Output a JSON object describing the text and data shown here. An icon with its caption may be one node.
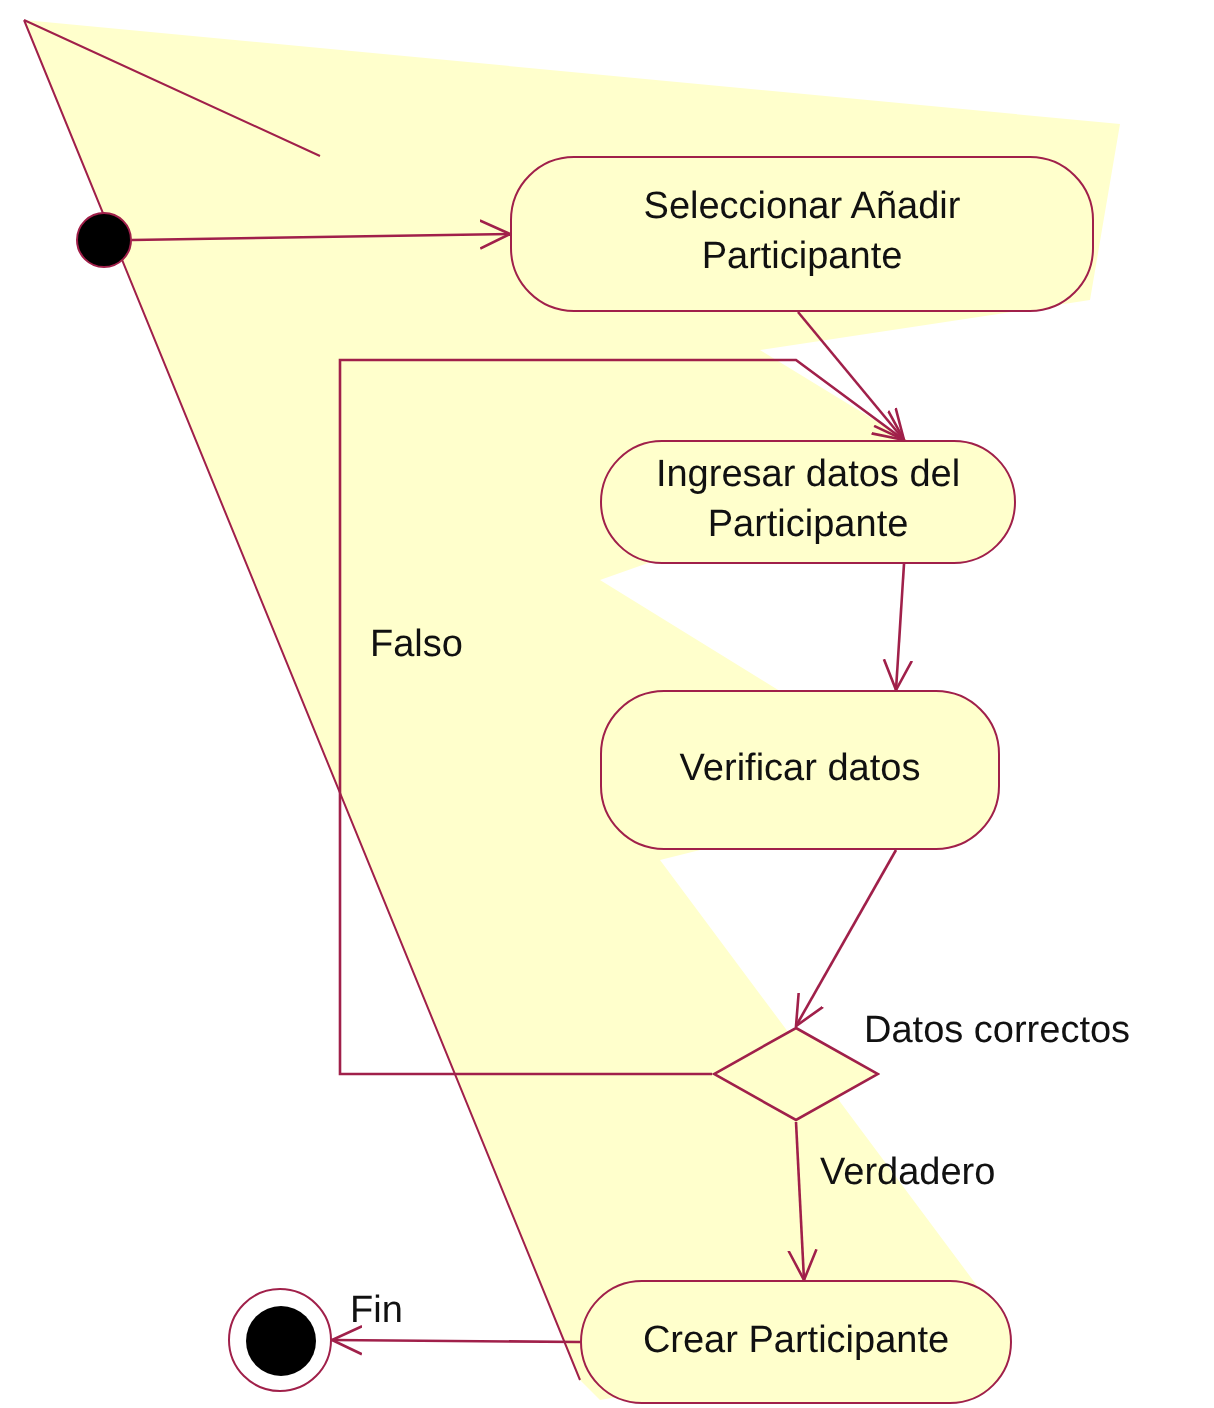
{
  "diagram": {
    "nodes": [
      {
        "text": [],
        "shape": "circle"
      },
      {
        "text": [
          "Seleccionar Añadir Participante"
        ]
      },
      {
        "text": [
          "Ingresar datos del Participante"
        ]
      },
      {
        "text": [
          "Verificar datos"
        ]
      },
      {
        "text": [],
        "shape": "diamond",
        "beside": [
          "Datos correctos"
        ]
      },
      {
        "text": [
          "Crear Participante"
        ]
      },
      {
        "text": [],
        "shape": "circle",
        "beside": [
          "Fin"
        ]
      }
    ],
    "edges": [
      {
        "from": 0,
        "to": 1,
        "arrow": "to"
      },
      {
        "from": 1,
        "to": 2,
        "arrow": "to"
      },
      {
        "from": 2,
        "to": 3,
        "arrow": "to"
      },
      {
        "from": 3,
        "to": 4,
        "arrow": "to"
      },
      {
        "from": 4,
        "to": 2,
        "arrow": "to",
        "label": "Falso"
      },
      {
        "from": 4,
        "to": 5,
        "arrow": "to",
        "label": "Verdadero"
      },
      {
        "from": 5,
        "to": 6,
        "arrow": "to"
      }
    ]
  }
}
